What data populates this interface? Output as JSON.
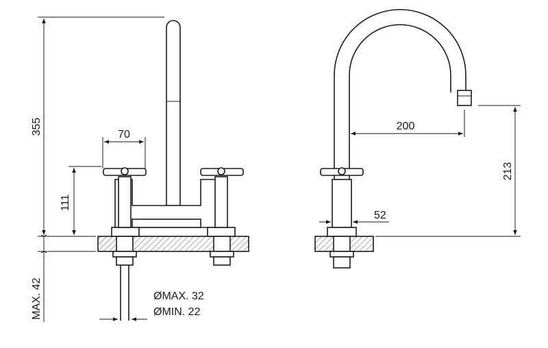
{
  "dimensions": {
    "height_total": "355",
    "handle_spacing": "70",
    "handle_height": "111",
    "max_thickness": "MAX. 42",
    "spout_reach": "200",
    "spout_height": "213",
    "body_diameter": "52",
    "hole_max": "ØMAX. 32",
    "hole_min": "ØMIN. 22"
  }
}
